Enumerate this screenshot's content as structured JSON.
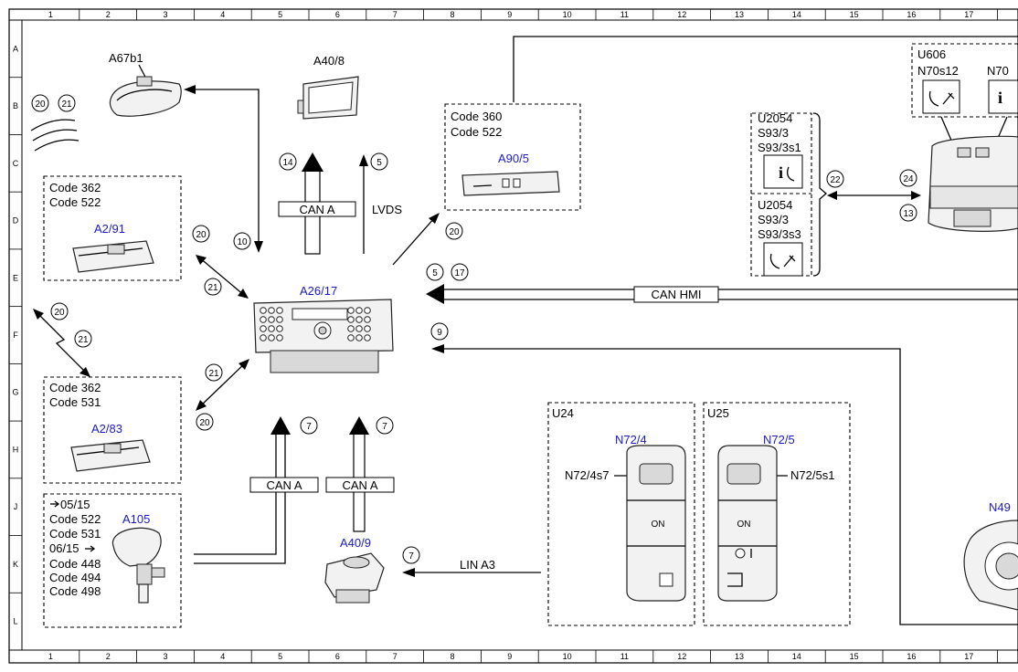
{
  "grid": {
    "columns": [
      "1",
      "2",
      "3",
      "4",
      "5",
      "6",
      "7",
      "8",
      "9",
      "10",
      "11",
      "12",
      "13",
      "14",
      "15",
      "16",
      "17"
    ],
    "rows": [
      "A",
      "B",
      "C",
      "D",
      "E",
      "F",
      "G",
      "H",
      "J",
      "K",
      "L"
    ]
  },
  "components": {
    "a67b1": "A67b1",
    "a40_8": "A40/8",
    "a90_5": "A90/5",
    "a2_91": "A2/91",
    "a26_17": "A26/17",
    "a2_83": "A2/83",
    "a105": "A105",
    "a40_9": "A40/9",
    "n72_4": "N72/4",
    "n72_5": "N72/5",
    "n72_4s7": "N72/4s7",
    "n72_5s1": "N72/5s1",
    "u606": "U606",
    "n70s12": "N70s12",
    "n70_partial": "N70",
    "n49_partial": "N49"
  },
  "groups": {
    "a90_5": [
      "Code 360",
      "Code 522"
    ],
    "a2_91": [
      "Code 362",
      "Code 522"
    ],
    "a2_83": [
      "Code 362",
      "Code 531"
    ],
    "a105": [
      "05/15",
      "Code 522",
      "Code 531",
      "06/15",
      "Code 448",
      "Code 494",
      "Code 498"
    ],
    "u2054_a": [
      "U2054",
      "S93/3",
      "S93/3s1"
    ],
    "u2054_b": [
      "U2054",
      "S93/3",
      "S93/3s3"
    ],
    "u24": "U24",
    "u25": "U25"
  },
  "buses": {
    "can_a": "CAN A",
    "lvds": "LVDS",
    "can_hmi": "CAN HMI",
    "lin_a3": "LIN A3"
  },
  "buttons": {
    "on": "ON"
  },
  "markers": {
    "m20": "20",
    "m21": "21",
    "m10": "10",
    "m14": "14",
    "m5": "5",
    "m22": "22",
    "m24": "24",
    "m13": "13",
    "m17": "17",
    "m9": "9",
    "m7": "7"
  },
  "colors": {
    "component_label": "#1a1acd",
    "line": "#000000"
  }
}
